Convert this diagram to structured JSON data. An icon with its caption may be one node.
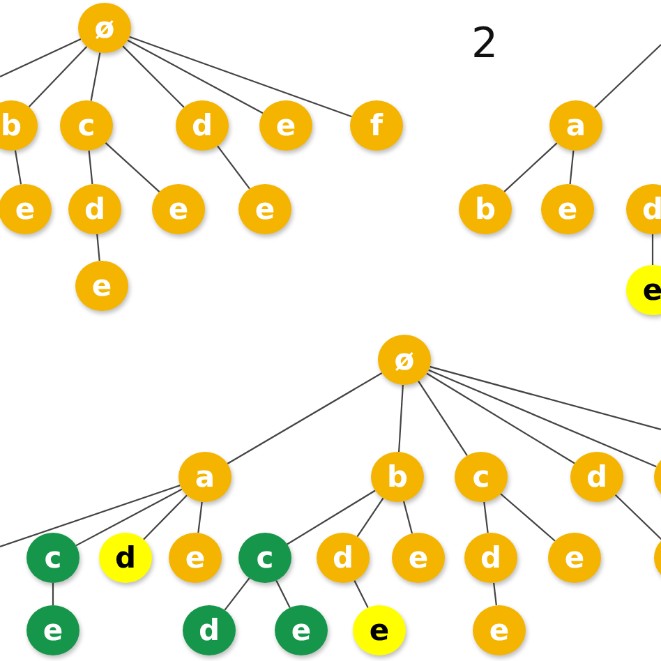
{
  "diagram": {
    "nodes": [
      {
        "text": [
          "ø"
        ]
      },
      {
        "text": [
          "b"
        ]
      },
      {
        "text": [
          "c"
        ]
      },
      {
        "text": [
          "d"
        ]
      },
      {
        "text": [
          "e"
        ]
      },
      {
        "text": [
          "f"
        ]
      },
      {
        "text": [
          "e"
        ]
      },
      {
        "text": [
          "d"
        ]
      },
      {
        "text": [
          "e"
        ]
      },
      {
        "text": [
          "e"
        ]
      },
      {
        "text": [
          "e"
        ]
      },
      {
        "text": [
          "a"
        ]
      },
      {
        "text": [
          "b"
        ]
      },
      {
        "text": [
          "e"
        ]
      },
      {
        "text": [
          "d"
        ]
      },
      {
        "text": [
          "e"
        ]
      },
      {
        "text": [
          "ø"
        ]
      },
      {
        "text": [
          "a"
        ]
      },
      {
        "text": [
          "b"
        ]
      },
      {
        "text": [
          "c"
        ]
      },
      {
        "text": [
          "d"
        ]
      },
      {
        "text": [],
        "shape": "circle"
      },
      {
        "text": [
          "c"
        ]
      },
      {
        "text": [
          "d"
        ]
      },
      {
        "text": [
          "e"
        ]
      },
      {
        "text": [
          "c"
        ]
      },
      {
        "text": [
          "d"
        ]
      },
      {
        "text": [
          "e"
        ]
      },
      {
        "text": [
          "d"
        ]
      },
      {
        "text": [
          "e"
        ]
      },
      {
        "text": [],
        "shape": "circle"
      },
      {
        "text": [
          "e"
        ]
      },
      {
        "text": [
          "d"
        ]
      },
      {
        "text": [
          "e"
        ]
      },
      {
        "text": [
          "e"
        ]
      },
      {
        "text": [
          "e"
        ]
      }
    ],
    "edges": [
      {
        "from": 0,
        "to": null,
        "arrow": "none"
      },
      {
        "from": 0,
        "to": 1,
        "arrow": "none"
      },
      {
        "from": 0,
        "to": 2,
        "arrow": "none"
      },
      {
        "from": 0,
        "to": 3,
        "arrow": "none"
      },
      {
        "from": 0,
        "to": 4,
        "arrow": "none"
      },
      {
        "from": 0,
        "to": 5,
        "arrow": "none"
      },
      {
        "from": 1,
        "to": 6,
        "arrow": "none"
      },
      {
        "from": 2,
        "to": 7,
        "arrow": "none"
      },
      {
        "from": 2,
        "to": 8,
        "arrow": "none"
      },
      {
        "from": 3,
        "to": 9,
        "arrow": "none"
      },
      {
        "from": 7,
        "to": 10,
        "arrow": "none"
      },
      {
        "from": null,
        "to": 11,
        "arrow": "none"
      },
      {
        "from": 11,
        "to": 12,
        "arrow": "none"
      },
      {
        "from": 11,
        "to": 13,
        "arrow": "none"
      },
      {
        "from": 14,
        "to": 15,
        "arrow": "none"
      },
      {
        "from": 16,
        "to": 17,
        "arrow": "none"
      },
      {
        "from": 16,
        "to": 18,
        "arrow": "none"
      },
      {
        "from": 16,
        "to": 19,
        "arrow": "none"
      },
      {
        "from": 16,
        "to": 20,
        "arrow": "none"
      },
      {
        "from": 16,
        "to": 21,
        "arrow": "none"
      },
      {
        "from": 16,
        "to": null,
        "arrow": "none"
      },
      {
        "from": 17,
        "to": null,
        "arrow": "none"
      },
      {
        "from": 17,
        "to": 22,
        "arrow": "none"
      },
      {
        "from": 17,
        "to": 23,
        "arrow": "none"
      },
      {
        "from": 17,
        "to": 24,
        "arrow": "none"
      },
      {
        "from": 18,
        "to": 25,
        "arrow": "none"
      },
      {
        "from": 18,
        "to": 26,
        "arrow": "none"
      },
      {
        "from": 18,
        "to": 27,
        "arrow": "none"
      },
      {
        "from": 19,
        "to": 28,
        "arrow": "none"
      },
      {
        "from": 19,
        "to": 29,
        "arrow": "none"
      },
      {
        "from": 20,
        "to": 30,
        "arrow": "none"
      },
      {
        "from": 22,
        "to": 31,
        "arrow": "none"
      },
      {
        "from": 25,
        "to": 32,
        "arrow": "none"
      },
      {
        "from": 25,
        "to": 33,
        "arrow": "none"
      },
      {
        "from": 26,
        "to": 34,
        "arrow": "none"
      },
      {
        "from": 28,
        "to": 35,
        "arrow": "none"
      }
    ],
    "labels": [
      "2"
    ]
  }
}
